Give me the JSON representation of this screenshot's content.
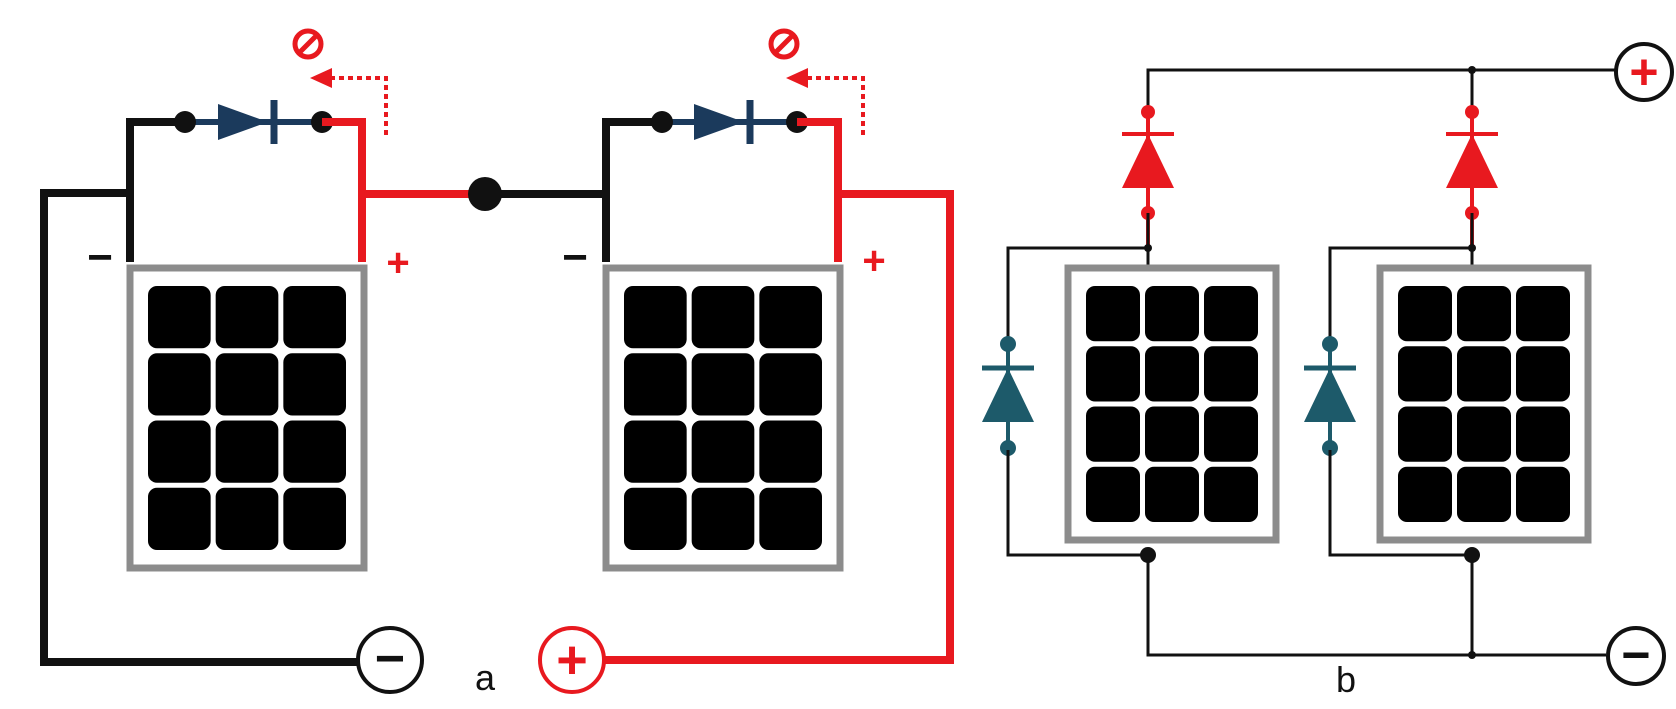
{
  "figure": {
    "panels": [
      {
        "id": "a",
        "label": "a",
        "caption": ""
      },
      {
        "id": "b",
        "label": "b",
        "caption": ""
      }
    ],
    "symbols": {
      "panel_a": {
        "module_left_minus": "−",
        "module_left_plus": "+",
        "module_right_minus": "−",
        "module_right_plus": "+",
        "terminal_negative": "−",
        "terminal_positive": "+"
      },
      "panel_b": {
        "terminal_positive": "+",
        "terminal_negative": "−"
      }
    }
  },
  "colors": {
    "positive_wire": "#e8191f",
    "negative_wire": "#111111",
    "blocking_diode_a": "#1b3a5c",
    "bypass_diode_b": "#1d5a6a",
    "series_diode_b": "#e8191f",
    "module_frame": "#8c8c8c",
    "cell": "#000000",
    "forbidden_flow": "#e8191f"
  },
  "icons": {
    "blocked_current": "no-entry-icon",
    "blocked_direction": "dashed-arrow-icon"
  }
}
